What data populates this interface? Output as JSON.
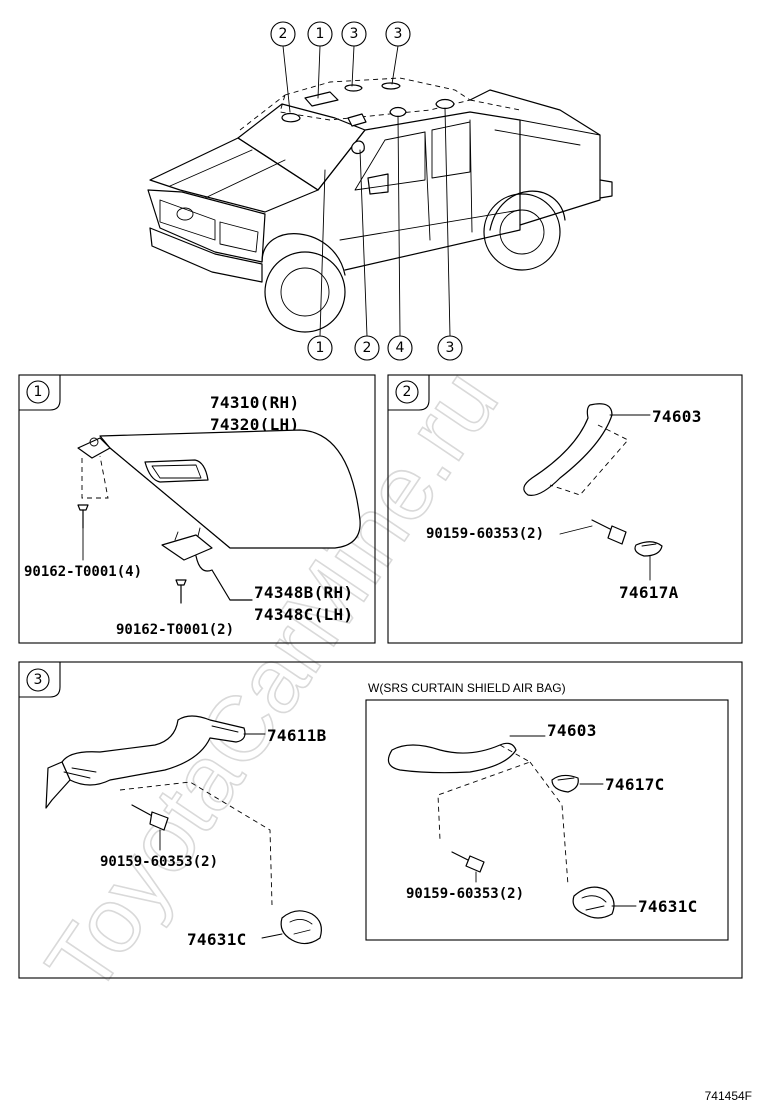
{
  "watermark": "ToyotaCarMine.ru",
  "overview_callouts": {
    "top": [
      "2",
      "1",
      "3",
      "3"
    ],
    "bottom": [
      "1",
      "2",
      "4",
      "3"
    ]
  },
  "panel1": {
    "index": "1",
    "visor_rh": "74310(RH)",
    "visor_lh": "74320(LH)",
    "screw_top": "90162-T0001(4)",
    "holder_rh": "74348B(RH)",
    "holder_lh": "74348C(LH)",
    "screw_bottom": "90162-T0001(2)"
  },
  "panel2": {
    "index": "2",
    "grip": "74603",
    "screw": "90159-60353(2)",
    "cap": "74617A"
  },
  "panel3": {
    "index": "3",
    "grip": "74611B",
    "screw": "90159-60353(2)",
    "clip": "74631C",
    "inset_title": "W(SRS CURTAIN SHIELD AIR BAG)",
    "inset_grip": "74603",
    "inset_cap": "74617C",
    "inset_screw": "90159-60353(2)",
    "inset_clip": "74631C"
  },
  "figure_code": "741454F"
}
